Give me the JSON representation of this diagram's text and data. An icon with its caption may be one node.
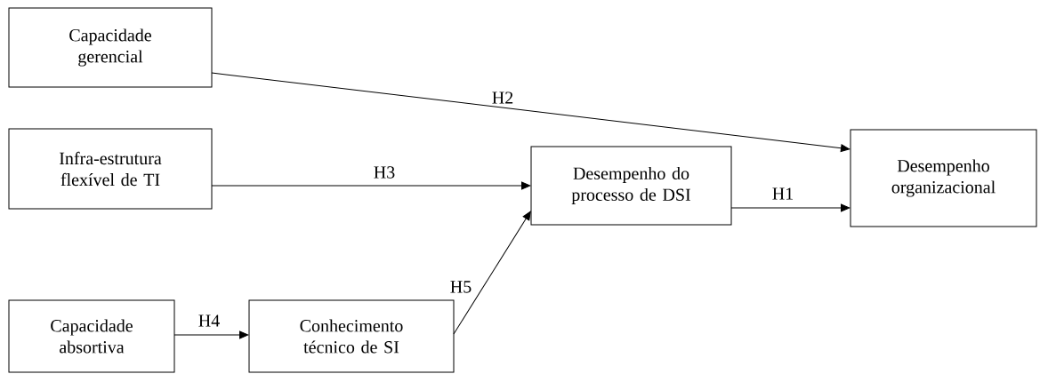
{
  "diagram": {
    "nodes": [
      {
        "text": [
          "Capacidade gerencial"
        ]
      },
      {
        "text": [
          "Infra-estrutura flexível de TI"
        ]
      },
      {
        "text": [
          "Desempenho do processo de DSI"
        ]
      },
      {
        "text": [
          "Desempenho organizacional"
        ]
      },
      {
        "text": [
          "Capacidade absortiva"
        ]
      },
      {
        "text": [
          "Conhecimento técnico de SI"
        ]
      }
    ],
    "edges": [
      {
        "from": 0,
        "to": 3,
        "arrow": "to",
        "label": "H2"
      },
      {
        "from": 1,
        "to": 2,
        "arrow": "to",
        "label": "H3"
      },
      {
        "from": 2,
        "to": 3,
        "arrow": "to",
        "label": "H1"
      },
      {
        "from": 4,
        "to": 5,
        "arrow": "to",
        "label": "H4"
      },
      {
        "from": 5,
        "to": 2,
        "arrow": "to",
        "label": "H5"
      }
    ]
  }
}
